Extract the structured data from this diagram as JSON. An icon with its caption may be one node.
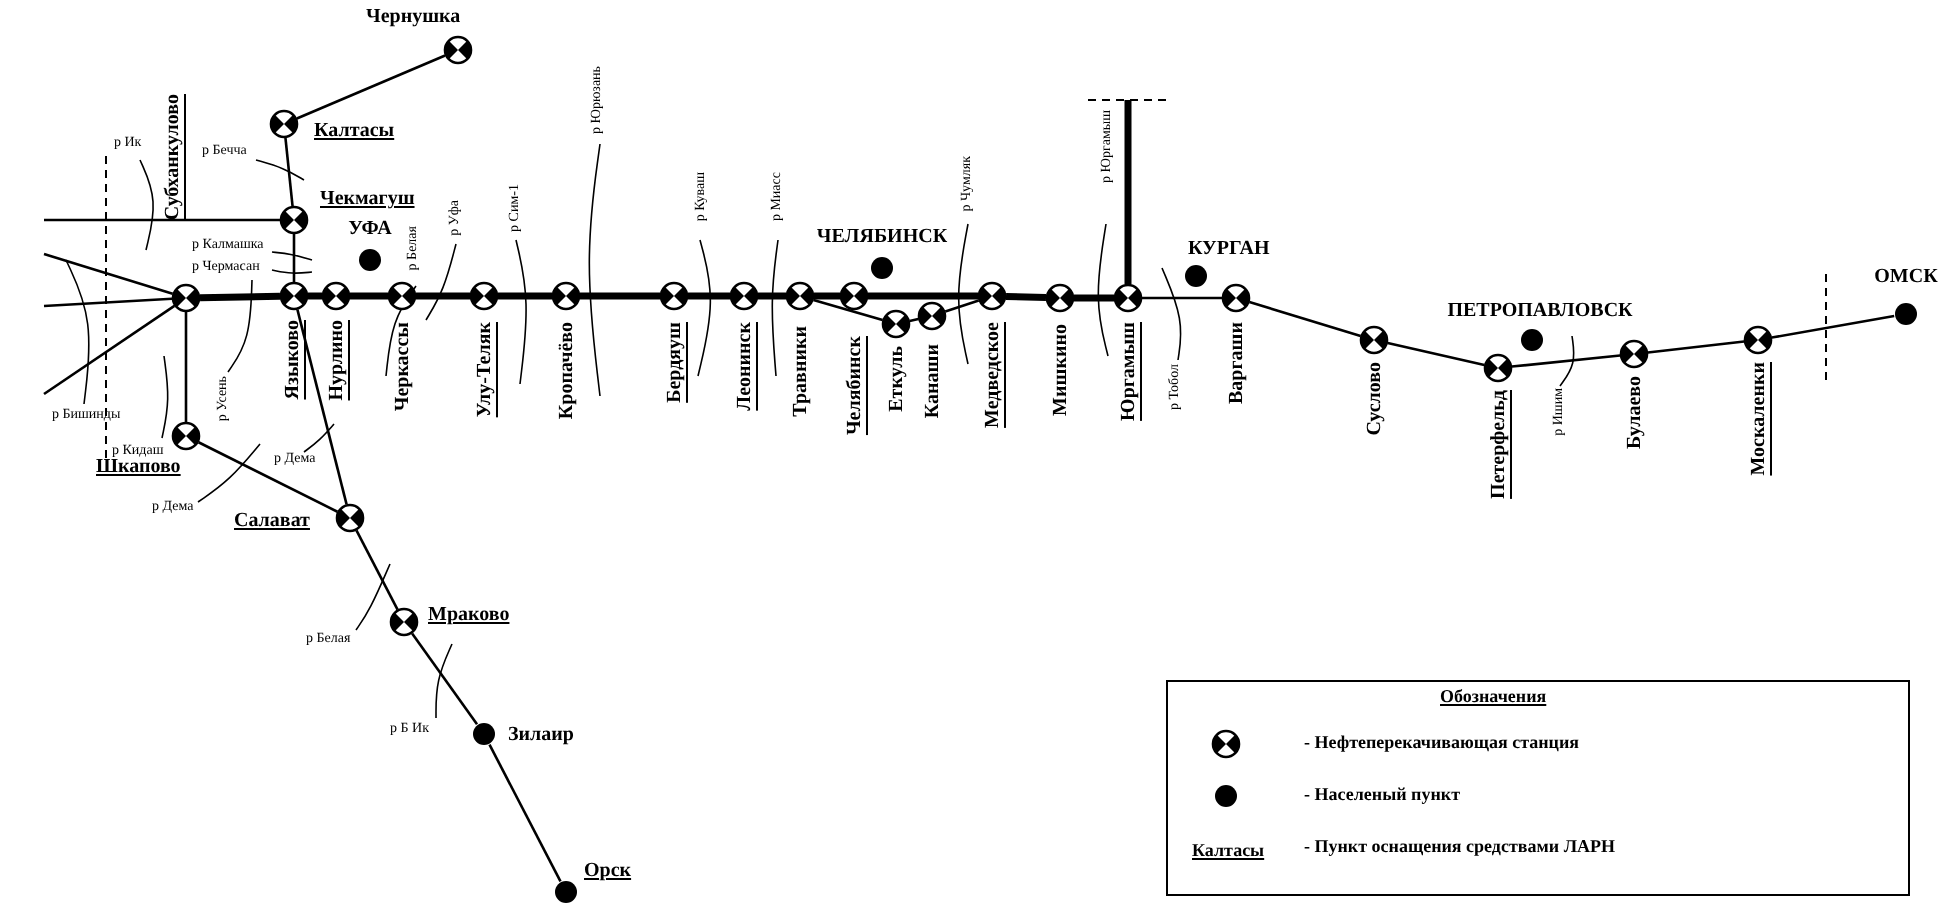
{
  "diagram": {
    "nodes": [
      {
        "text": [
          "Чернушка"
        ]
      },
      {
        "text": [
          "Калтасы"
        ]
      },
      {
        "text": [
          "Субханкулово"
        ]
      },
      {
        "text": [
          "Чекмагуш"
        ]
      },
      {
        "text": [
          "УФА"
        ]
      },
      {
        "text": [
          "Языково"
        ]
      },
      {
        "text": [
          "Шкапово"
        ]
      },
      {
        "text": [
          "Нурлино"
        ]
      },
      {
        "text": [
          "Черкассы"
        ]
      },
      {
        "text": [
          "Улу-Теляк"
        ]
      },
      {
        "text": [
          "Салават"
        ]
      },
      {
        "text": [
          "Кропачёво"
        ]
      },
      {
        "text": [
          "Мраково"
        ]
      },
      {
        "text": [
          "Зилаир"
        ]
      },
      {
        "text": [
          "Орск"
        ]
      },
      {
        "text": [
          "Бердяуш"
        ]
      },
      {
        "text": [
          "Леонинск"
        ]
      },
      {
        "text": [
          "ЧЕЛЯБИНСК"
        ]
      },
      {
        "text": [
          "Травники"
        ]
      },
      {
        "text": [
          "Челябинск"
        ]
      },
      {
        "text": [
          "Еткуль"
        ]
      },
      {
        "text": [
          "Канаши"
        ]
      },
      {
        "text": [
          "Медведское"
        ]
      },
      {
        "text": [
          "Мишкино"
        ]
      },
      {
        "text": [
          "Юргамыш"
        ]
      },
      {
        "text": [
          "КУРГАН"
        ]
      },
      {
        "text": [
          "Варгаши"
        ]
      },
      {
        "text": [
          "Суслово"
        ]
      },
      {
        "text": [
          "ПЕТРОПАВЛОВСК"
        ]
      },
      {
        "text": [
          "Петерфельд"
        ]
      },
      {
        "text": [
          "Булаево"
        ]
      },
      {
        "text": [
          "Москаленки"
        ]
      },
      {
        "text": [
          "ОМСК"
        ]
      }
    ],
    "edges": [
      {
        "from": 0,
        "to": 1,
        "arrow": "none"
      },
      {
        "from": 1,
        "to": 3,
        "arrow": "none"
      },
      {
        "from": 3,
        "to": 5,
        "arrow": "none"
      },
      {
        "from": null,
        "to": 3,
        "arrow": "none"
      },
      {
        "from": null,
        "to": 2,
        "arrow": "none"
      },
      {
        "from": null,
        "to": 2,
        "arrow": "none"
      },
      {
        "from": null,
        "to": 2,
        "arrow": "none"
      },
      {
        "from": 2,
        "to": 5,
        "arrow": "none",
        "style": "thick"
      },
      {
        "from": 2,
        "to": 6,
        "arrow": "none"
      },
      {
        "from": 6,
        "to": 10,
        "arrow": "none"
      },
      {
        "from": 5,
        "to": 10,
        "arrow": "none"
      },
      {
        "from": 10,
        "to": 12,
        "arrow": "none"
      },
      {
        "from": 12,
        "to": 13,
        "arrow": "none"
      },
      {
        "from": 13,
        "to": 14,
        "arrow": "none"
      },
      {
        "from": 5,
        "to": 7,
        "arrow": "none",
        "style": "thick"
      },
      {
        "from": 7,
        "to": 8,
        "arrow": "none",
        "style": "thick"
      },
      {
        "from": 8,
        "to": 9,
        "arrow": "none",
        "style": "thick"
      },
      {
        "from": 9,
        "to": 11,
        "arrow": "none",
        "style": "thick"
      },
      {
        "from": 11,
        "to": 15,
        "arrow": "none",
        "style": "thick"
      },
      {
        "from": 15,
        "to": 16,
        "arrow": "none",
        "style": "thick"
      },
      {
        "from": 16,
        "to": 18,
        "arrow": "none",
        "style": "thick"
      },
      {
        "from": 18,
        "to": 19,
        "arrow": "none",
        "style": "thick"
      },
      {
        "from": 19,
        "to": 22,
        "arrow": "none",
        "style": "thick"
      },
      {
        "from": 18,
        "to": 20,
        "arrow": "none"
      },
      {
        "from": 20,
        "to": 21,
        "arrow": "none"
      },
      {
        "from": 21,
        "to": 22,
        "arrow": "none"
      },
      {
        "from": 22,
        "to": 23,
        "arrow": "none",
        "style": "thick"
      },
      {
        "from": 23,
        "to": 24,
        "arrow": "none",
        "style": "thick"
      },
      {
        "from": null,
        "to": 24,
        "arrow": "none",
        "style": "thick"
      },
      {
        "from": 24,
        "to": 26,
        "arrow": "none"
      },
      {
        "from": 26,
        "to": 27,
        "arrow": "none"
      },
      {
        "from": 27,
        "to": 29,
        "arrow": "none"
      },
      {
        "from": 29,
        "to": 30,
        "arrow": "none"
      },
      {
        "from": 30,
        "to": 31,
        "arrow": "none"
      },
      {
        "from": 31,
        "to": 32,
        "arrow": "none"
      }
    ],
    "labels": [
      "р Ик",
      "р Бечча",
      "р Калмашка",
      "р Чермасан",
      "р Белая",
      "р Уфа",
      "р Сим-1",
      "р Юрюзань",
      "р Куваш",
      "р Миасс",
      "р Чумляк",
      "р Юргамыш",
      "р Тобол",
      "р Ишим",
      "р Бишинды",
      "р Кидаш",
      "р Усень",
      "р Дема",
      "р Дема",
      "р Белая",
      "р Б Ик",
      "Обозначения",
      "Калтасы"
    ],
    "legend": [
      {
        "text": "- Нефтеперекачивающая станция"
      },
      {
        "text": "- Населеный пункт"
      },
      {
        "text": "- Пункт оснащения средствами ЛАРН"
      }
    ]
  }
}
